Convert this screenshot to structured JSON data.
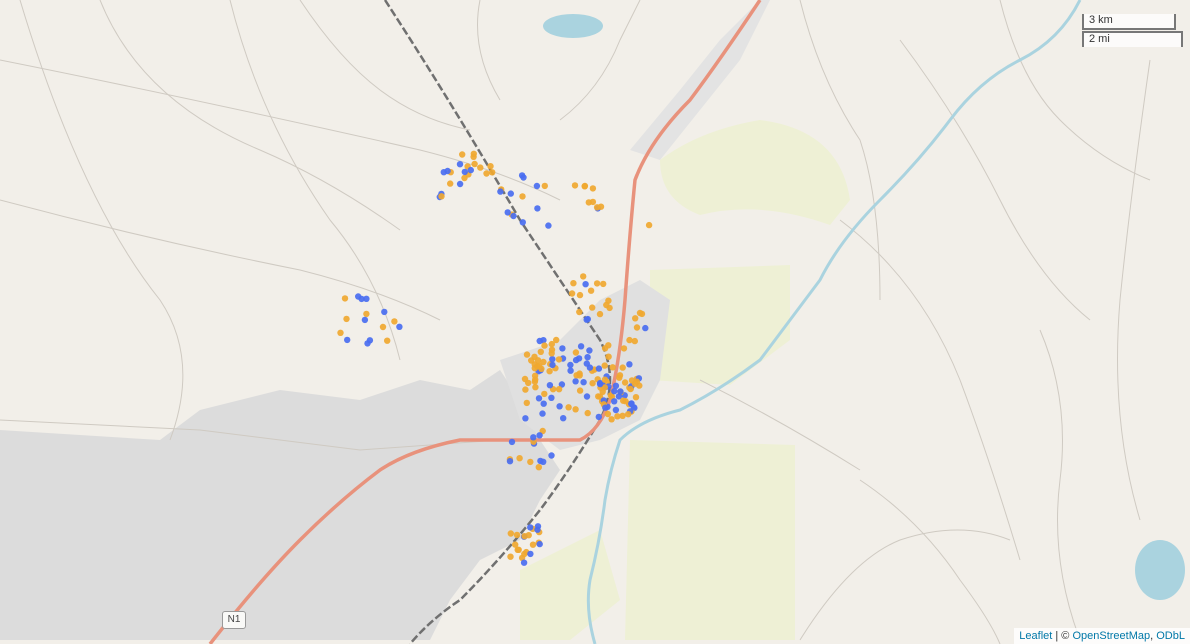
{
  "map": {
    "scale": {
      "km_label": "3 km",
      "mi_label": "2 mi"
    },
    "road_shield": "N1",
    "attribution": {
      "leaflet_link": "Leaflet",
      "separator": "|",
      "copyright": "©",
      "osm_link": "OpenStreetMap",
      "sep2": ",",
      "odbl_link": "ODbL"
    },
    "colors": {
      "land": "#f2efe9",
      "urban": "#dddddd",
      "water": "#aad3df",
      "park": "#eef0d5",
      "primary_road": "#e8927c",
      "railway": "#707070",
      "orange_marker": "#f0a830",
      "blue_marker": "#4a6ef0"
    },
    "marker_series": [
      "orange",
      "blue"
    ]
  }
}
